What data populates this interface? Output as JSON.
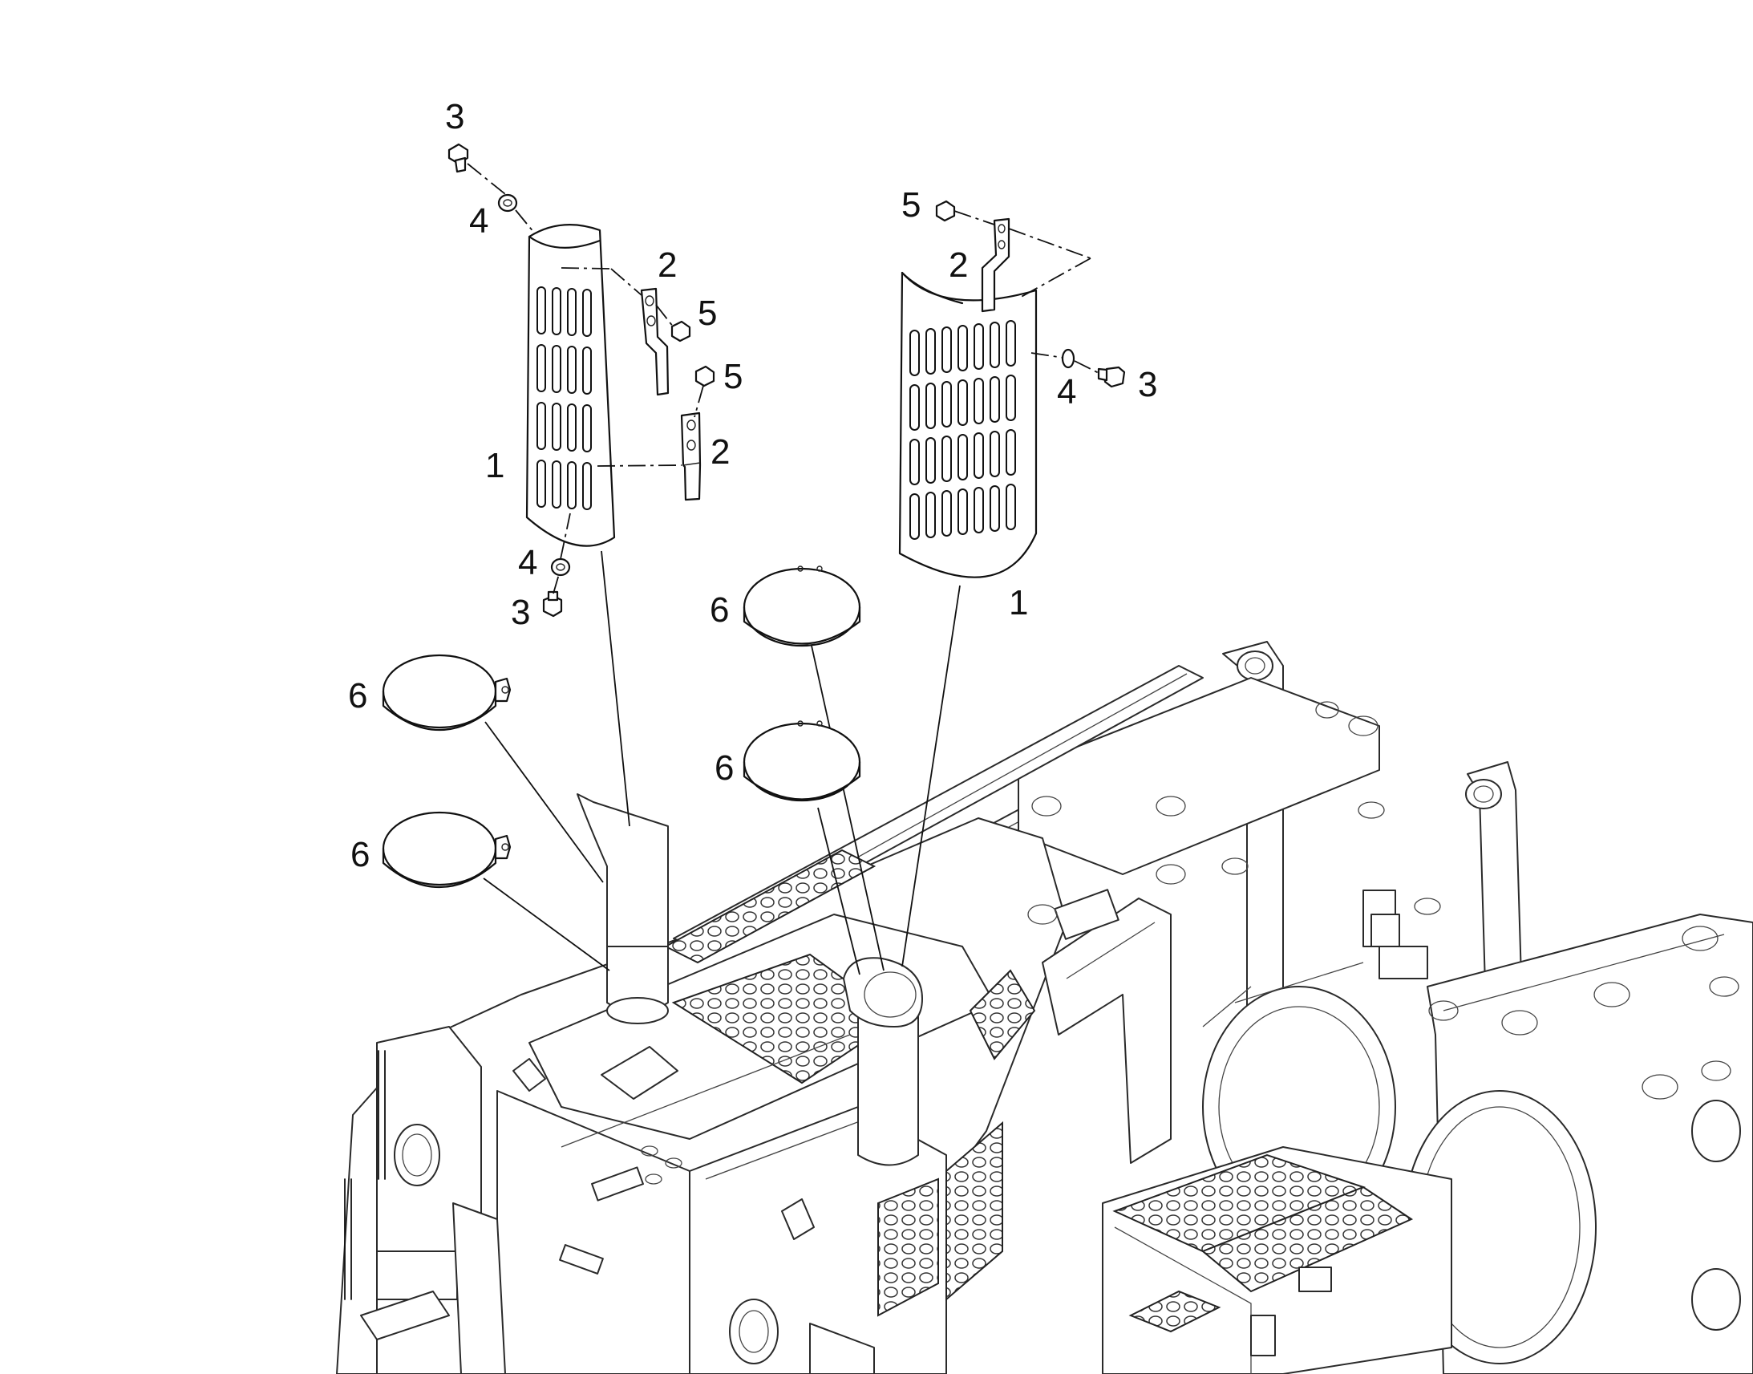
{
  "diagram": {
    "callouts": [
      {
        "id": "c-3-top",
        "text": "3"
      },
      {
        "id": "c-4-top",
        "text": "4"
      },
      {
        "id": "c-2-left-upper",
        "text": "2"
      },
      {
        "id": "c-5-left-upper",
        "text": "5"
      },
      {
        "id": "c-5-left-lower",
        "text": "5"
      },
      {
        "id": "c-2-left-lower",
        "text": "2"
      },
      {
        "id": "c-1-left",
        "text": "1"
      },
      {
        "id": "c-4-left-bottom",
        "text": "4"
      },
      {
        "id": "c-3-left-bottom",
        "text": "3"
      },
      {
        "id": "c-5-right",
        "text": "5"
      },
      {
        "id": "c-2-right",
        "text": "2"
      },
      {
        "id": "c-4-right",
        "text": "4"
      },
      {
        "id": "c-3-right",
        "text": "3"
      },
      {
        "id": "c-1-right",
        "text": "1"
      },
      {
        "id": "c-6-center-upper",
        "text": "6"
      },
      {
        "id": "c-6-center-lower",
        "text": "6"
      },
      {
        "id": "c-6-left-upper",
        "text": "6"
      },
      {
        "id": "c-6-left-lower",
        "text": "6"
      }
    ]
  },
  "colors": {
    "line": "#111111",
    "background": "#ffffff"
  }
}
